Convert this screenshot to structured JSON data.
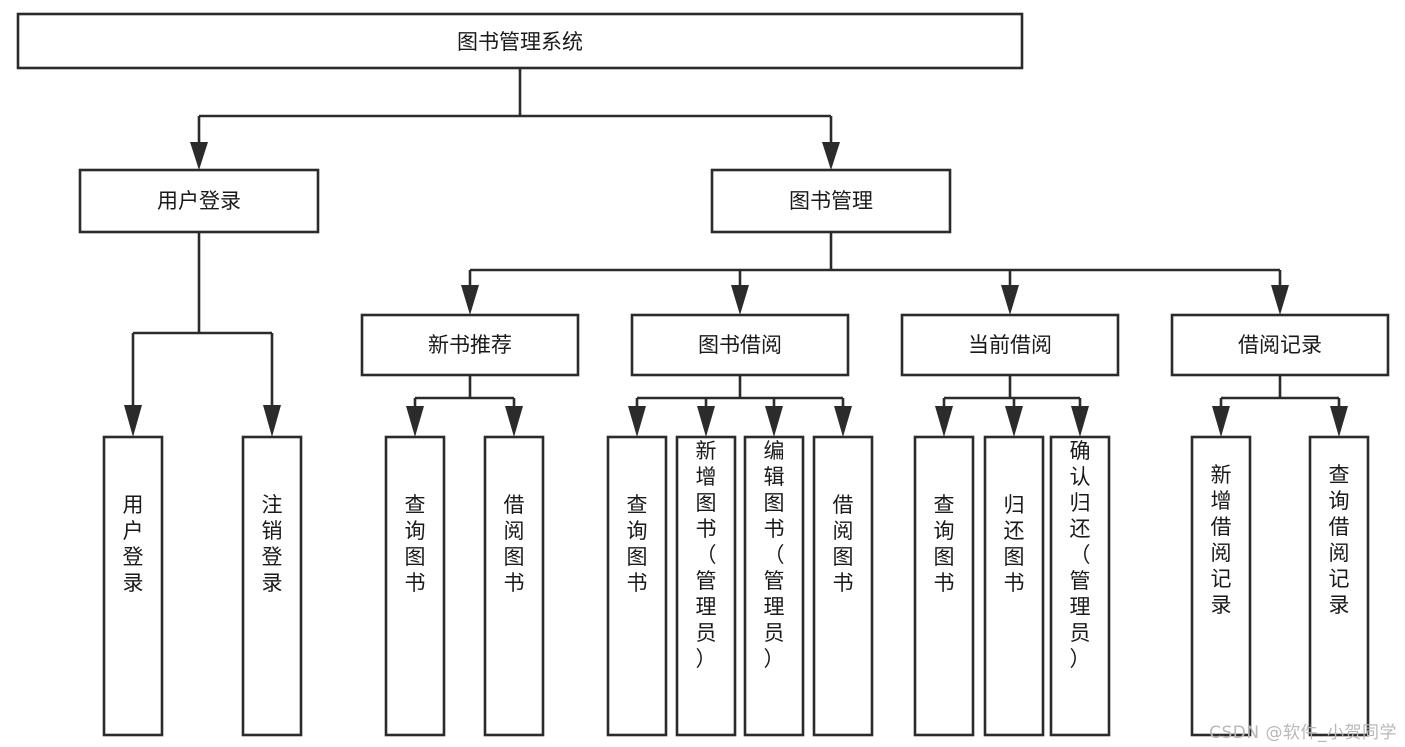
{
  "diagram": {
    "type": "tree",
    "title": "图书管理系统",
    "watermark": "CSDN @软件_小贺同学",
    "levels": {
      "root": {
        "label": "图书管理系统"
      },
      "level2": [
        {
          "label": "用户登录"
        },
        {
          "label": "图书管理"
        }
      ],
      "level3": [
        {
          "label": "新书推荐"
        },
        {
          "label": "图书借阅"
        },
        {
          "label": "当前借阅"
        },
        {
          "label": "借阅记录"
        }
      ],
      "leaves": [
        {
          "label": "用户登录",
          "parent": "用户登录"
        },
        {
          "label": "注销登录",
          "parent": "用户登录"
        },
        {
          "label": "查询图书",
          "parent": "新书推荐"
        },
        {
          "label": "借阅图书",
          "parent": "新书推荐"
        },
        {
          "label": "查询图书",
          "parent": "图书借阅"
        },
        {
          "label": "新增图书（管理员）",
          "parent": "图书借阅"
        },
        {
          "label": "编辑图书（管理员）",
          "parent": "图书借阅"
        },
        {
          "label": "借阅图书",
          "parent": "图书借阅"
        },
        {
          "label": "查询图书",
          "parent": "当前借阅"
        },
        {
          "label": "归还图书",
          "parent": "当前借阅"
        },
        {
          "label": "确认归还（管理员）",
          "parent": "当前借阅"
        },
        {
          "label": "新增借阅记录",
          "parent": "借阅记录"
        },
        {
          "label": "查询借阅记录",
          "parent": "借阅记录"
        }
      ]
    },
    "colors": {
      "stroke": "#2b2b2b",
      "fill": "#ffffff",
      "text": "#1a1a1a",
      "watermark": "#b8b8b8"
    }
  }
}
